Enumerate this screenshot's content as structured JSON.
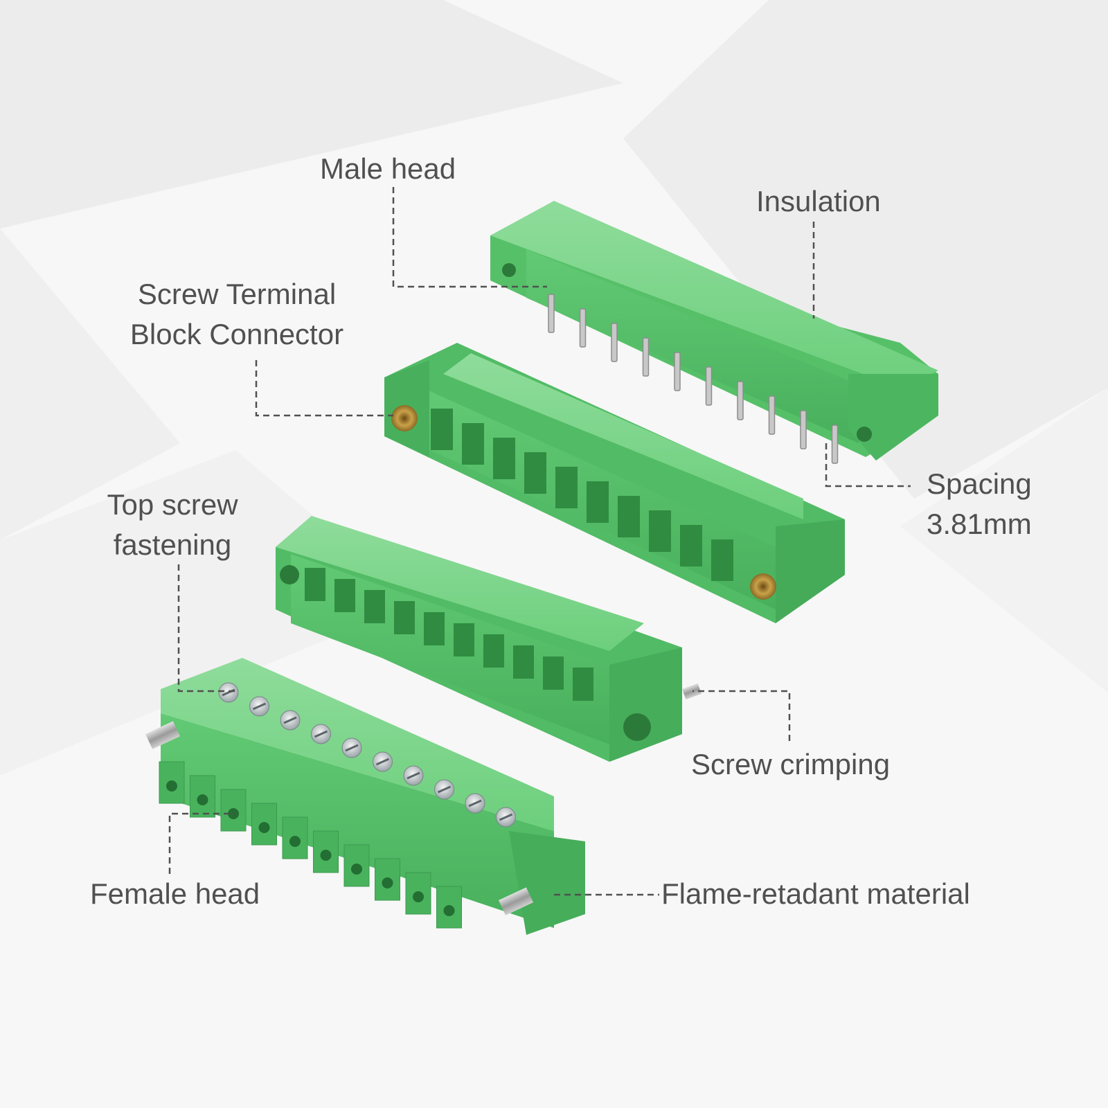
{
  "colors": {
    "body_green": "#5cc86e",
    "dark_green": "#3ea453",
    "light_green": "#8fdc9b",
    "leader_line": "#505050",
    "text": "#505050",
    "brass": "#c9a14a",
    "metal": "#b8b8b8"
  },
  "labels": {
    "male_head": "Male head",
    "insulation": "Insulation",
    "screw_terminal_line1": "Screw Terminal",
    "screw_terminal_line2": "Block Connector",
    "spacing_line1": "Spacing",
    "spacing_line2": "3.81mm",
    "top_screw_line1": "Top screw",
    "top_screw_line2": "fastening",
    "screw_crimping": "Screw crimping",
    "female_head": "Female head",
    "flame_retardant": "Flame-retadant material"
  },
  "parts": {
    "male_connector": {
      "pin_count": 10
    },
    "female_connector": {
      "pin_count": 10
    }
  }
}
